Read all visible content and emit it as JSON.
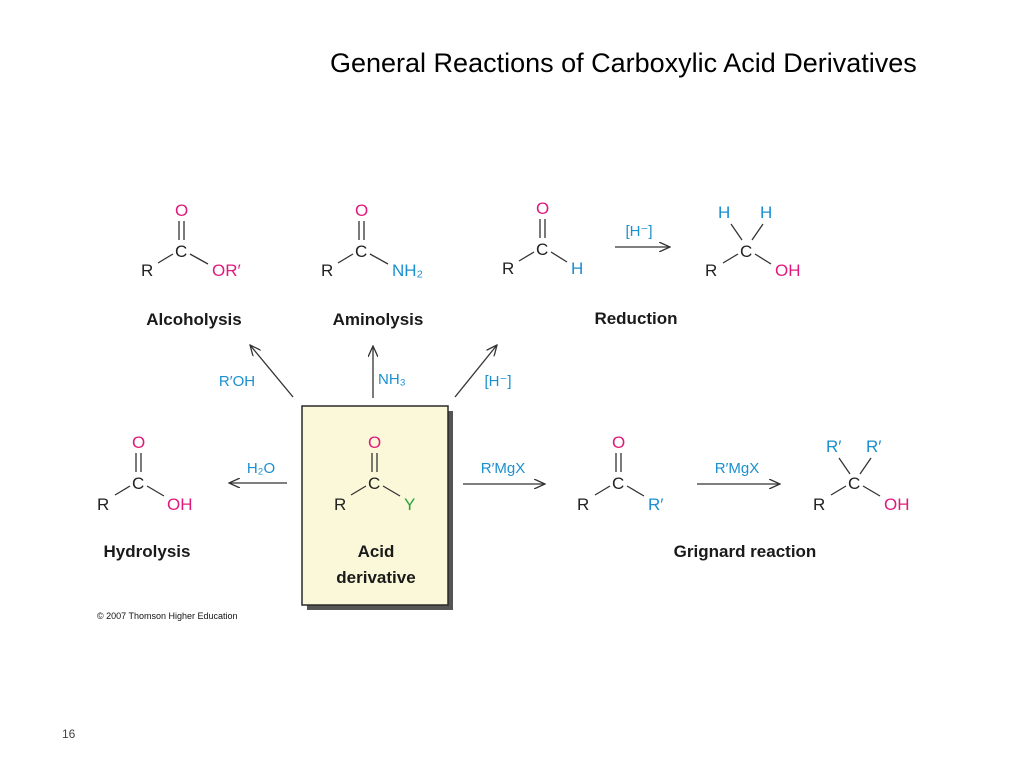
{
  "title": "General Reactions of Carboxylic Acid Derivatives",
  "colors": {
    "oxygen": "#e0197d",
    "hydrogen": "#1b8fd0",
    "reagent": "#1b8fd0",
    "y_group": "#2aa33a",
    "box_fill": "#fbf8d9",
    "box_border": "#2a2a2a",
    "bond": "#333333"
  },
  "reagents": {
    "hydride_top": "[H⁻]",
    "hydride_diag": "[H⁻]",
    "alcohol": "R′OH",
    "ammonia": "NH₃",
    "water": "H₂O",
    "grignard_1": "R′MgX",
    "grignard_2": "R′MgX"
  },
  "structures": {
    "ester": {
      "top": "O",
      "center": "C",
      "left": "R",
      "right": "OR′"
    },
    "amide": {
      "top": "O",
      "center": "C",
      "left": "R",
      "right": "NH₂"
    },
    "aldehyde": {
      "top": "O",
      "center": "C",
      "left": "R",
      "right": "H"
    },
    "primary_alcohol": {
      "top_left": "H",
      "top_right": "H",
      "center": "C",
      "left": "R",
      "right": "OH"
    },
    "acid": {
      "top": "O",
      "center": "C",
      "left": "R",
      "right": "OH"
    },
    "acid_derivative": {
      "top": "O",
      "center": "C",
      "left": "R",
      "right": "Y"
    },
    "ketone": {
      "top": "O",
      "center": "C",
      "left": "R",
      "right": "R′"
    },
    "tertiary_alcohol": {
      "top_left": "R′",
      "top_right": "R′",
      "center": "C",
      "left": "R",
      "right": "OH"
    }
  },
  "labels": {
    "alcoholysis": "Alcoholysis",
    "aminolysis": "Aminolysis",
    "reduction": "Reduction",
    "hydrolysis": "Hydrolysis",
    "acid_derivative_line1": "Acid",
    "acid_derivative_line2": "derivative",
    "grignard": "Grignard reaction"
  },
  "copyright": "© 2007 Thomson Higher Education",
  "page_number": "16"
}
